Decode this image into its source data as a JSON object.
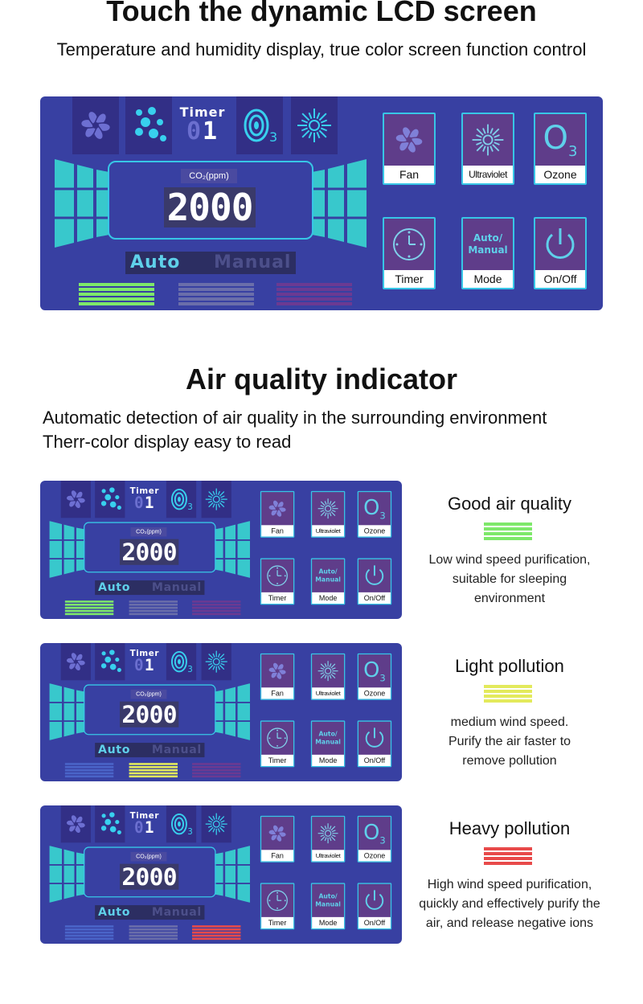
{
  "header": {
    "title": "Touch the dynamic LCD screen",
    "subtitle": "Temperature and humidity display, true color screen function control"
  },
  "lcd": {
    "timer_label": "Timer",
    "timer_digits": "01",
    "co2_label": "CO₂(ppm)",
    "co2_value": "2000",
    "mode_auto": "Auto",
    "mode_manual": "Manual",
    "ozone_symbol": "O",
    "ozone_sub": "3",
    "buttons": {
      "fan": "Fan",
      "uv": "Ultraviolet",
      "ozone": "Ozone",
      "timer": "Timer",
      "mode": "Mode",
      "power": "On/Off",
      "mode_icon_line1": "Auto/",
      "mode_icon_line2": "Manual"
    }
  },
  "section2": {
    "title": "Air quality indicator",
    "line1": "Automatic detection of air quality in the surrounding environment",
    "line2": "Therr-color display easy to read"
  },
  "levels": [
    {
      "title": "Good air quality",
      "color": "#7ee86a",
      "active": 0,
      "desc": [
        "Low wind speed purification,",
        "suitable for sleeping",
        "environment"
      ]
    },
    {
      "title": "Light pollution",
      "color": "#e3ea5c",
      "active": 1,
      "desc": [
        "medium wind speed.",
        "Purify the air faster to",
        "remove pollution"
      ]
    },
    {
      "title": "Heavy pollution",
      "color": "#e84a4a",
      "active": 2,
      "desc": [
        "High wind speed purification,",
        "quickly and effectively purify the",
        "air, and release negative ions"
      ]
    }
  ],
  "colors": {
    "panel": "#3840a2",
    "cyan": "#37c6e6",
    "good": "#7ee86a",
    "light": "#e3ea5c",
    "heavy": "#e84a4a",
    "idle_blue": "#4a64c8",
    "idle_gray": "#6a6eaa",
    "idle_purple": "#6b3a92"
  }
}
